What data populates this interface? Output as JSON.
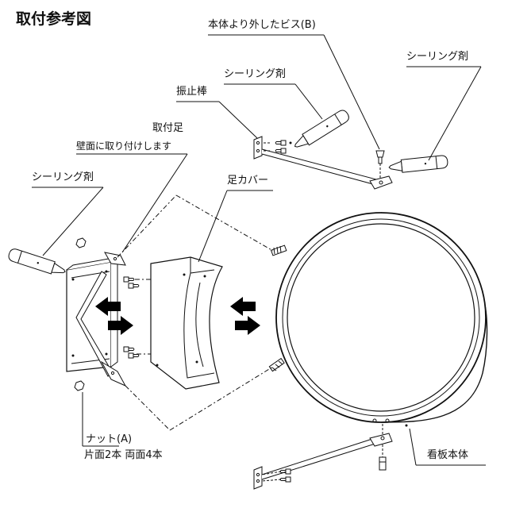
{
  "title": "取付参考図",
  "labels": {
    "screw_removed": "本体より外したビス(B)",
    "sealant_top": "シーリング剤",
    "sealant_right": "シーリング剤",
    "sealant_left": "シーリング剤",
    "anti_swing_bar": "振止棒",
    "mount_foot": "取付足",
    "mount_foot_note": "壁面に取り付けします",
    "foot_cover": "足カバー",
    "nut": "ナット(A)",
    "nut_note": "片面2本 両面4本",
    "sign_body": "看板本体"
  },
  "colors": {
    "line": "#111111",
    "fill": "#ffffff",
    "arrow": "#000000"
  },
  "icons": [
    "arrow-left-icon",
    "arrow-right-icon",
    "sealant-tube-icon",
    "screw-icon",
    "nut-icon"
  ]
}
